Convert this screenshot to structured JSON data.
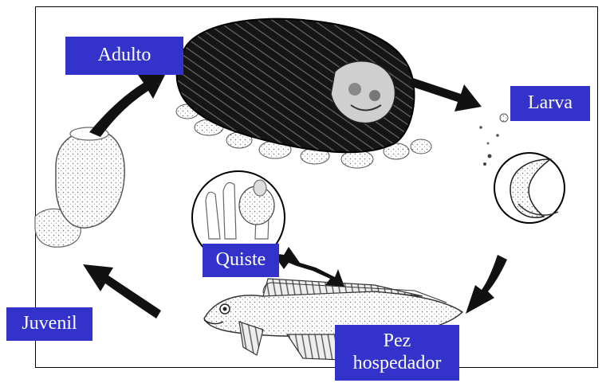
{
  "stages": {
    "adult": "Adulto",
    "larva": "Larva",
    "cyst": "Quiste",
    "host_fish_line1": "Pez",
    "host_fish_line2": "hospedador",
    "juvenile": "Juvenil"
  },
  "colors": {
    "label_background": "#3333cc",
    "label_text": "#ffffff",
    "arrow": "#111111"
  }
}
